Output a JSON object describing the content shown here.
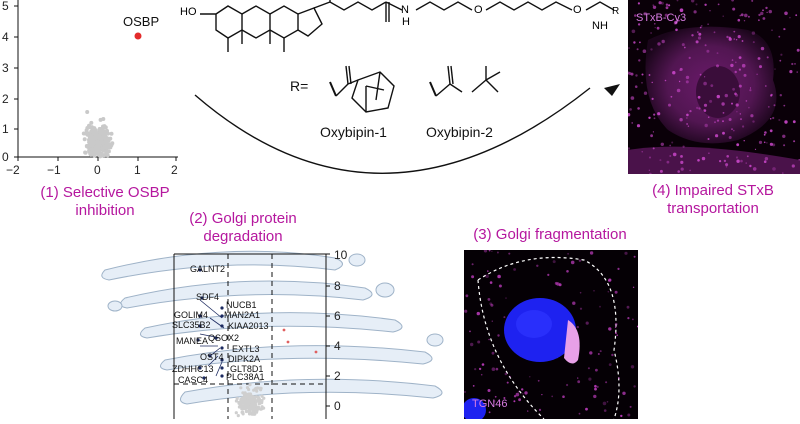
{
  "panel1": {
    "caption": [
      "(1) Selective OSBP",
      "inhibition"
    ],
    "highlight_label": "OSBP",
    "y_ticks": [
      "5",
      "4",
      "3",
      "2",
      "1",
      "0"
    ],
    "x_ticks": [
      "−2",
      "−1",
      "0",
      "1",
      "2"
    ],
    "highlight_color": "#e32b2b"
  },
  "structure": {
    "r_eq": "R=",
    "compounds": [
      "Oxybipin-1",
      "Oxybipin-2"
    ],
    "atoms": {
      "ho": "HO",
      "n": "N",
      "h": "H",
      "o1": "O",
      "o2": "O",
      "nh": "NH",
      "r": "R"
    }
  },
  "panel2": {
    "caption": [
      "(2) Golgi protein",
      "degradation"
    ],
    "y_ticks": [
      "10",
      "8",
      "6",
      "4",
      "2",
      "0"
    ],
    "genes": [
      "GALNT2",
      "SDF4",
      "NUCB1",
      "GOLIM4",
      "MAN2A1",
      "SLC35B2",
      "KIAA2013",
      "MANEA",
      "QSOX2",
      "EXTL3",
      "OST4",
      "DIPK2A",
      "ZDHHC13",
      "GLT8D1",
      "CASC4",
      "PLC38A1"
    ]
  },
  "panel3": {
    "caption": "(3) Golgi fragmentation",
    "stain_label": "TGN46"
  },
  "panel4": {
    "stain_label": "STxB-Cy3",
    "caption": [
      "(4) Impaired STxB",
      "transportation"
    ]
  },
  "chart_data": {
    "type": "scatter",
    "title": "",
    "xlim": [
      -2,
      2
    ],
    "ylim": [
      0,
      5
    ],
    "highlight": {
      "label": "OSBP",
      "x": 1.1,
      "y": 4.1
    }
  }
}
